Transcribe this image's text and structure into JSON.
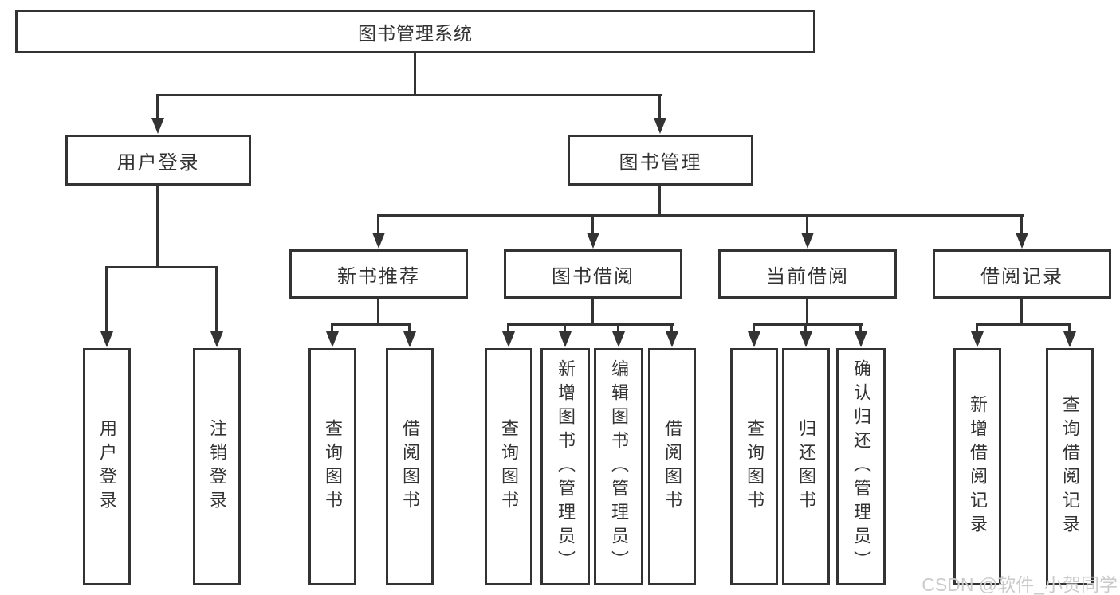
{
  "colors": {
    "line": "#333333",
    "text": "#333333",
    "watermark": "#cbcbcb",
    "background": "#ffffff"
  },
  "diagram": {
    "root": {
      "label": "图书管理系统"
    },
    "level2": [
      {
        "label": "用户登录"
      },
      {
        "label": "图书管理"
      }
    ],
    "level3": [
      {
        "label": "新书推荐"
      },
      {
        "label": "图书借阅"
      },
      {
        "label": "当前借阅"
      },
      {
        "label": "借阅记录"
      }
    ],
    "leaves": {
      "user_login": [
        {
          "label": "用户登录"
        },
        {
          "label": "注销登录"
        }
      ],
      "new_book_recommend": [
        {
          "label": "查询图书"
        },
        {
          "label": "借阅图书"
        }
      ],
      "book_borrowing": [
        {
          "label": "查询图书"
        },
        {
          "label": "新增图书（管理员）"
        },
        {
          "label": "编辑图书（管理员）"
        },
        {
          "label": "借阅图书"
        }
      ],
      "current_borrowing": [
        {
          "label": "查询图书"
        },
        {
          "label": "归还图书"
        },
        {
          "label": "确认归还（管理员）"
        }
      ],
      "borrowing_records": [
        {
          "label": "新增借阅记录"
        },
        {
          "label": "查询借阅记录"
        }
      ]
    },
    "watermark": "CSDN @软件_小贺同学"
  }
}
